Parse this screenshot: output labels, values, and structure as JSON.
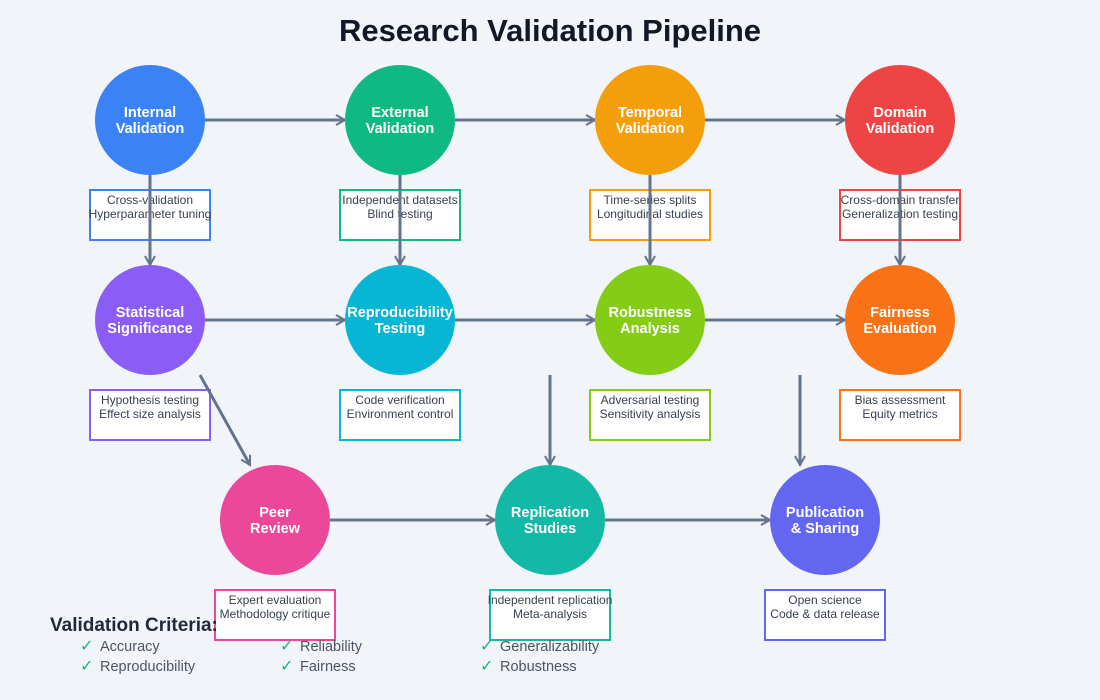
{
  "title": "Research Validation Pipeline",
  "arrow_color": "#64748b",
  "nodes": [
    {
      "id": "internal",
      "lines": [
        "Internal",
        "Validation"
      ],
      "color": "#3b82f6",
      "details": [
        "Cross-validation",
        "Hyperparameter tuning"
      ]
    },
    {
      "id": "external",
      "lines": [
        "External",
        "Validation"
      ],
      "color": "#10b981",
      "details": [
        "Independent datasets",
        "Blind testing"
      ]
    },
    {
      "id": "temporal",
      "lines": [
        "Temporal",
        "Validation"
      ],
      "color": "#f59e0b",
      "details": [
        "Time-series splits",
        "Longitudinal studies"
      ]
    },
    {
      "id": "domain",
      "lines": [
        "Domain",
        "Validation"
      ],
      "color": "#ef4444",
      "details": [
        "Cross-domain transfer",
        "Generalization testing"
      ]
    },
    {
      "id": "statistical",
      "lines": [
        "Statistical",
        "Significance"
      ],
      "color": "#8b5cf6",
      "details": [
        "Hypothesis testing",
        "Effect size analysis"
      ]
    },
    {
      "id": "reproducibility",
      "lines": [
        "Reproducibility",
        "Testing"
      ],
      "color": "#06b6d4",
      "details": [
        "Code verification",
        "Environment control"
      ]
    },
    {
      "id": "robustness",
      "lines": [
        "Robustness",
        "Analysis"
      ],
      "color": "#84cc16",
      "details": [
        "Adversarial testing",
        "Sensitivity analysis"
      ]
    },
    {
      "id": "fairness",
      "lines": [
        "Fairness",
        "Evaluation"
      ],
      "color": "#f97316",
      "details": [
        "Bias assessment",
        "Equity metrics"
      ]
    },
    {
      "id": "peer-review",
      "lines": [
        "Peer",
        "Review"
      ],
      "color": "#ec4899",
      "details": [
        "Expert evaluation",
        "Methodology critique"
      ]
    },
    {
      "id": "replication",
      "lines": [
        "Replication",
        "Studies"
      ],
      "color": "#14b8a6",
      "details": [
        "Independent replication",
        "Meta-analysis"
      ]
    },
    {
      "id": "publication",
      "lines": [
        "Publication",
        "& Sharing"
      ],
      "color": "#6366f1",
      "details": [
        "Open science",
        "Code & data release"
      ]
    }
  ],
  "edges": [
    [
      "internal",
      "external"
    ],
    [
      "external",
      "temporal"
    ],
    [
      "temporal",
      "domain"
    ],
    [
      "internal",
      "statistical"
    ],
    [
      "external",
      "reproducibility"
    ],
    [
      "temporal",
      "robustness"
    ],
    [
      "domain",
      "fairness"
    ],
    [
      "statistical",
      "reproducibility"
    ],
    [
      "reproducibility",
      "robustness"
    ],
    [
      "robustness",
      "fairness"
    ],
    [
      "statistical",
      "peer-review"
    ],
    [
      "robustness",
      "replication"
    ],
    [
      "fairness",
      "publication"
    ],
    [
      "peer-review",
      "replication"
    ],
    [
      "replication",
      "publication"
    ]
  ],
  "criteria": {
    "title": "Validation Criteria:",
    "check_symbol": "✓",
    "items": [
      "Accuracy",
      "Reproducibility",
      "Reliability",
      "Fairness",
      "Generalizability",
      "Robustness"
    ]
  }
}
